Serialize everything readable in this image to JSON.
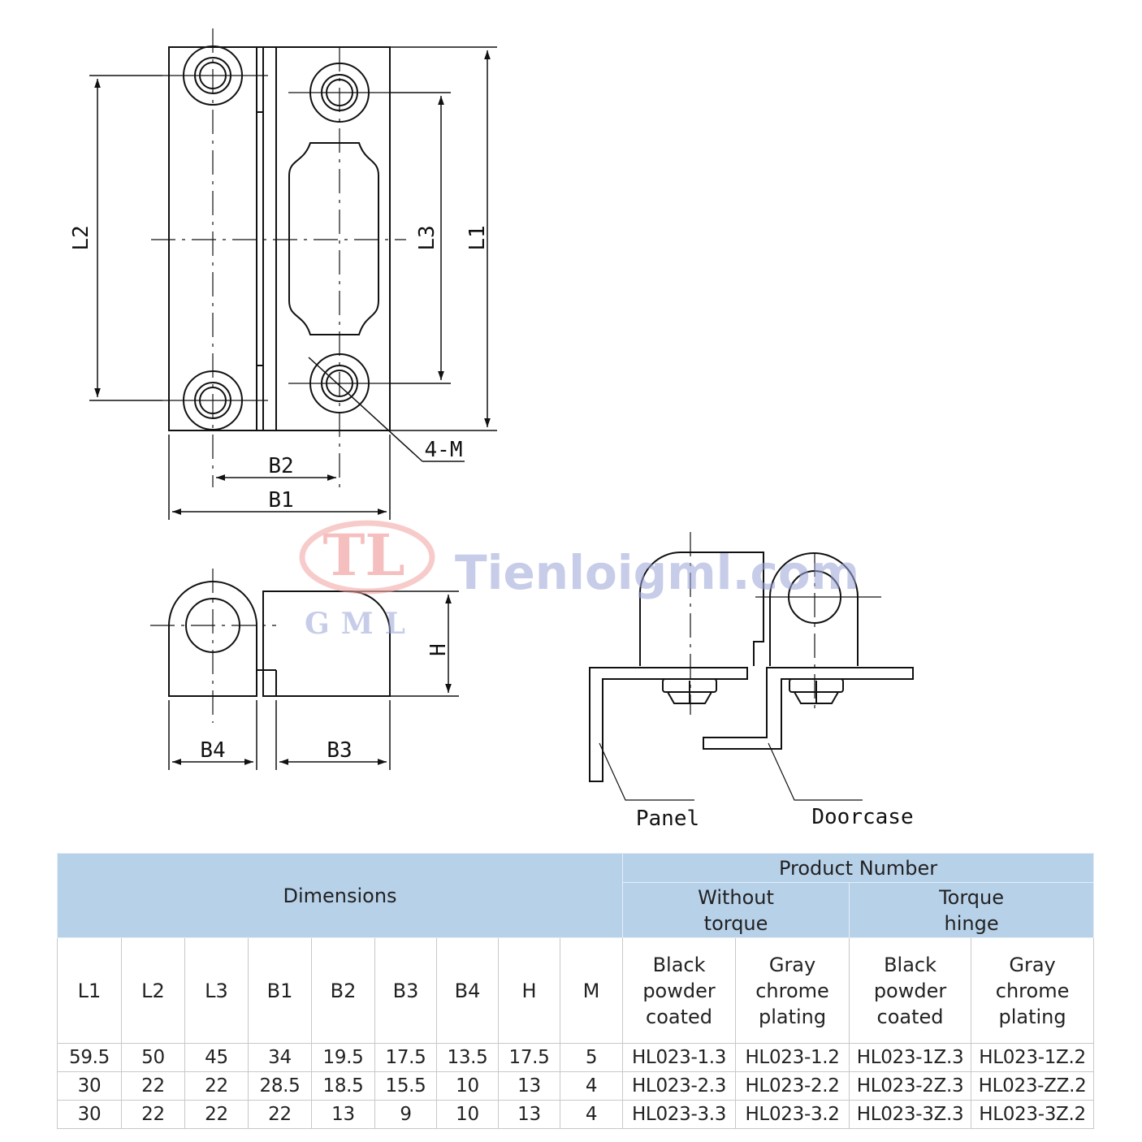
{
  "drawing": {
    "dims": {
      "L1": "L1",
      "L2": "L2",
      "L3": "L3",
      "B1": "B1",
      "B2": "B2",
      "B3": "B3",
      "B4": "B4",
      "H": "H",
      "M": "4-M"
    },
    "labels": {
      "panel": "Panel",
      "doorcase": "Doorcase"
    }
  },
  "watermark": {
    "logo_mark": "TL",
    "logo_sub": "GML",
    "site": "Tienloigml.com"
  },
  "table": {
    "header_dimensions": "Dimensions",
    "header_product_number": "Product Number",
    "header_without_torque": "Without\ntorque",
    "header_torque_hinge": "Torque\nhinge",
    "columns": [
      "L1",
      "L2",
      "L3",
      "B1",
      "B2",
      "B3",
      "B4",
      "H",
      "M"
    ],
    "finishes": [
      "Black\npowder\ncoated",
      "Gray\nchrome\nplating",
      "Black\npowder\ncoated",
      "Gray\nchrome\nplating"
    ],
    "rows": [
      [
        "59.5",
        "50",
        "45",
        "34",
        "19.5",
        "17.5",
        "13.5",
        "17.5",
        "5",
        "HL023-1.3",
        "HL023-1.2",
        "HL023-1Z.3",
        "HL023-1Z.2"
      ],
      [
        "30",
        "22",
        "22",
        "28.5",
        "18.5",
        "15.5",
        "10",
        "13",
        "4",
        "HL023-2.3",
        "HL023-2.2",
        "HL023-2Z.3",
        "HL023-ZZ.2"
      ],
      [
        "30",
        "22",
        "22",
        "22",
        "13",
        "9",
        "10",
        "13",
        "4",
        "HL023-3.3",
        "HL023-3.2",
        "HL023-3Z.3",
        "HL023-3Z.2"
      ]
    ]
  }
}
